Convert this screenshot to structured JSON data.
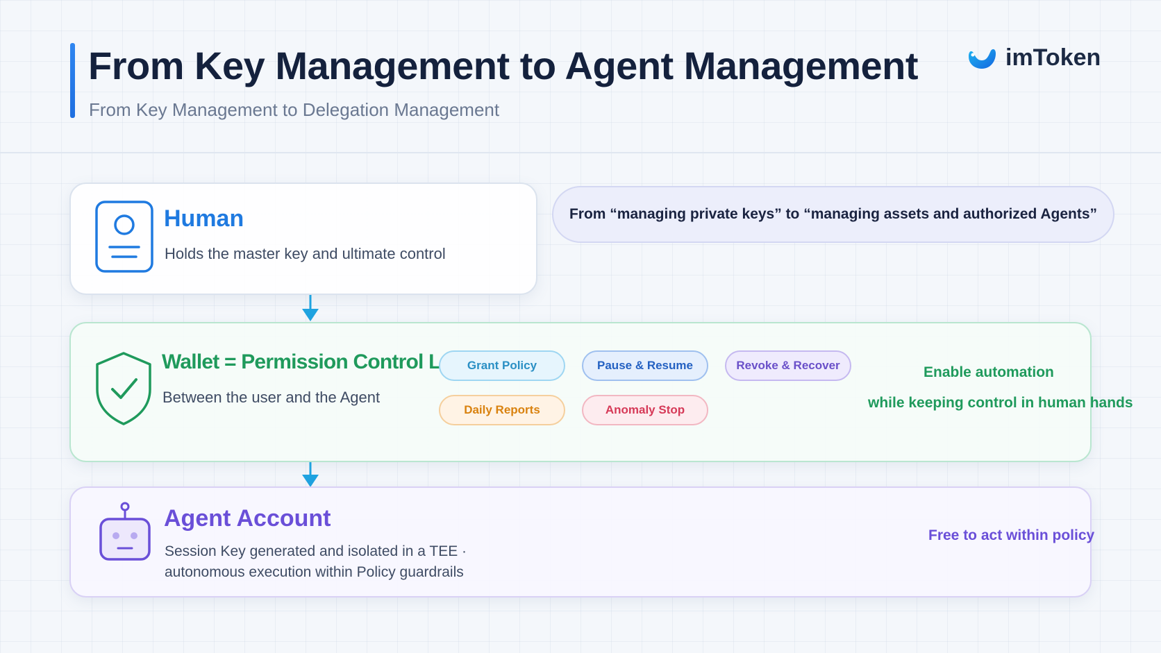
{
  "header": {
    "title": "From Key Management to Agent Management",
    "subtitle": "From Key Management to Delegation Management",
    "brand_name": "imToken",
    "brand_icon": "imtoken-wave-logo",
    "accent_color": "#1f6fe0"
  },
  "human": {
    "icon": "id-card-icon",
    "title": "Human",
    "description": "Holds the master key and ultimate control",
    "color": "#1f7ae0"
  },
  "quote": "From “managing private keys” to “managing assets and authorized Agents”",
  "wallet": {
    "icon": "shield-check-icon",
    "title": "Wallet = Permission Control Layer",
    "description": "Between the user and the Agent",
    "color": "#1f9a5c",
    "chips": [
      {
        "label": "Grant Policy",
        "color": "#2a8fc4"
      },
      {
        "label": "Pause & Resume",
        "color": "#2461c2"
      },
      {
        "label": "Revoke & Recover",
        "color": "#6a50c9"
      },
      {
        "label": "Daily Reports",
        "color": "#d9820f"
      },
      {
        "label": "Anomaly Stop",
        "color": "#d63a58"
      }
    ],
    "slogan_line1": "Enable automation",
    "slogan_line2": "while keeping control in human hands"
  },
  "agent": {
    "icon": "robot-icon",
    "title": "Agent Account",
    "description": "Session Key generated and isolated in a TEE · autonomous execution within Policy guardrails",
    "note": "Free to act within policy",
    "color": "#6a4fd8"
  },
  "arrows": {
    "icon": "arrow-down-icon",
    "color": "#1fa3e0"
  }
}
